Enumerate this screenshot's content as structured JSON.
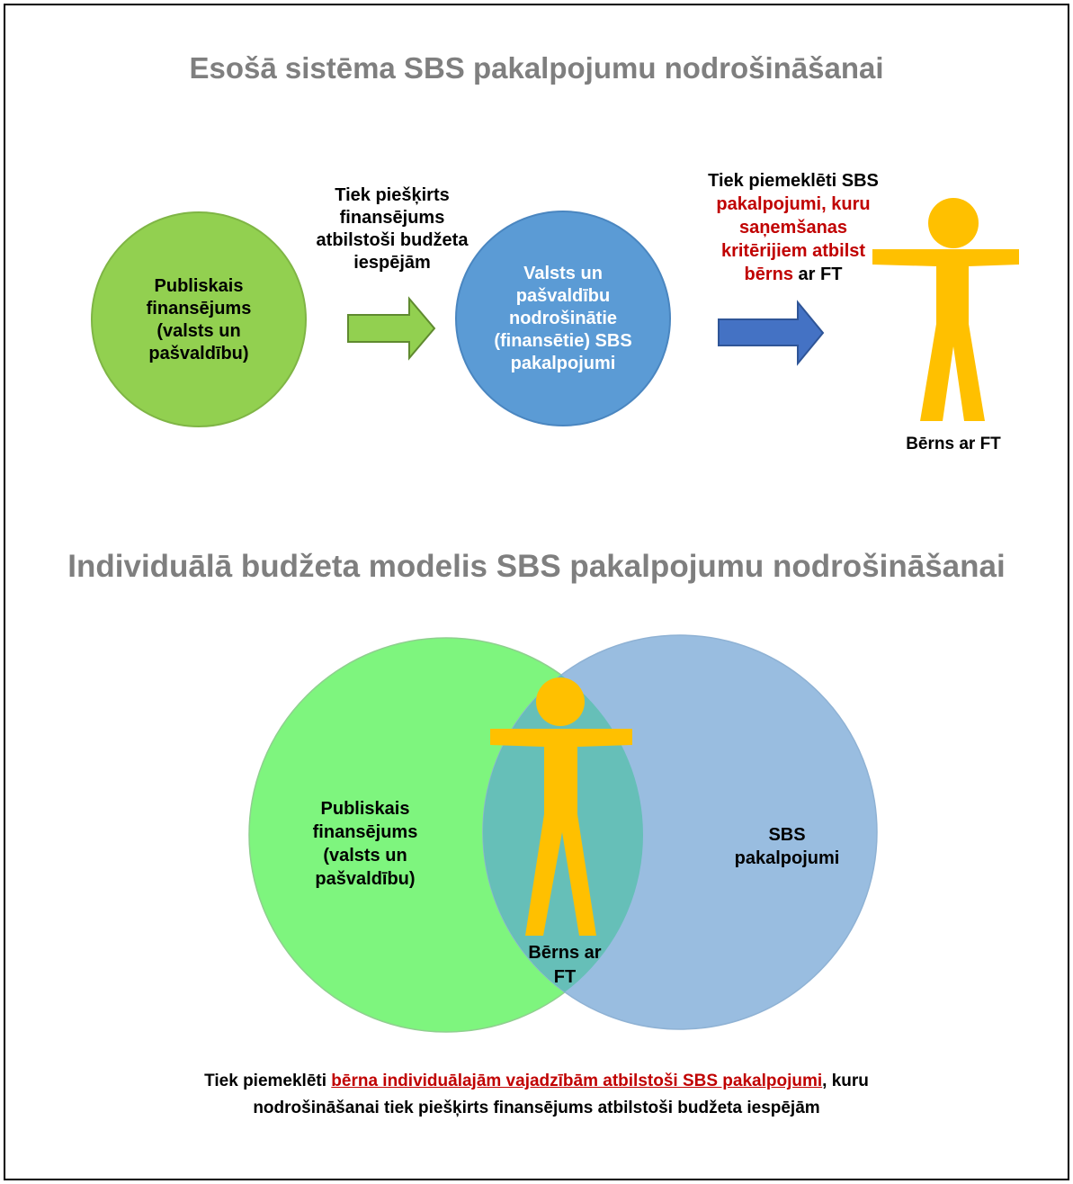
{
  "top": {
    "title": "Esošā sistēma SBS pakalpojumu nodrošināšanai",
    "circle_public": {
      "lines": [
        "Publiskais",
        "finansējums",
        "(valsts un",
        "pašvaldību)"
      ]
    },
    "arrow1_text": {
      "lines": [
        "Tiek piešķirts",
        "finansējums",
        "atbilstoši budžeta",
        "iespējām"
      ]
    },
    "circle_services": {
      "lines": [
        "Valsts un",
        "pašvaldību",
        "nodrošinātie",
        "(finansētie) SBS",
        "pakalpojumi"
      ]
    },
    "arrow2_text": {
      "line1": "Tiek piemeklēti SBS",
      "line2": "pakalpojumi, kuru",
      "line3": "saņemšanas",
      "line4": "kritērijiem atbilst",
      "line5_red": "bērns",
      "line5_rest": " ar FT"
    },
    "person_label": "Bērns ar FT"
  },
  "bottom": {
    "title": "Individuālā budžeta modelis SBS pakalpojumu nodrošināšanai",
    "left_circle": {
      "lines": [
        "Publiskais",
        "finansējums",
        "(valsts un",
        "pašvaldību)"
      ]
    },
    "right_circle": {
      "lines": [
        "SBS",
        "pakalpojumi"
      ]
    },
    "person_label": {
      "lines": [
        "Bērns ar",
        "FT"
      ]
    },
    "caption": {
      "prefix": "Tiek piemeklēti ",
      "highlight": "bērna individuālajām vajadzībām atbilstoši SBS pakalpojumi",
      "suffix": ", kuru",
      "line2": "nodrošināšanai tiek piešķirts finansējums atbilstoši budžeta iespējām"
    }
  },
  "colors": {
    "title_gray": "#7f7f7f",
    "green_circle": "#92d050",
    "blue_circle": "#5b9bd5",
    "person": "#ffc000",
    "red_text": "#c00000",
    "venn_green": "#7ef57e",
    "venn_blue": "#99bde0",
    "venn_overlap": "#66bfb8"
  }
}
